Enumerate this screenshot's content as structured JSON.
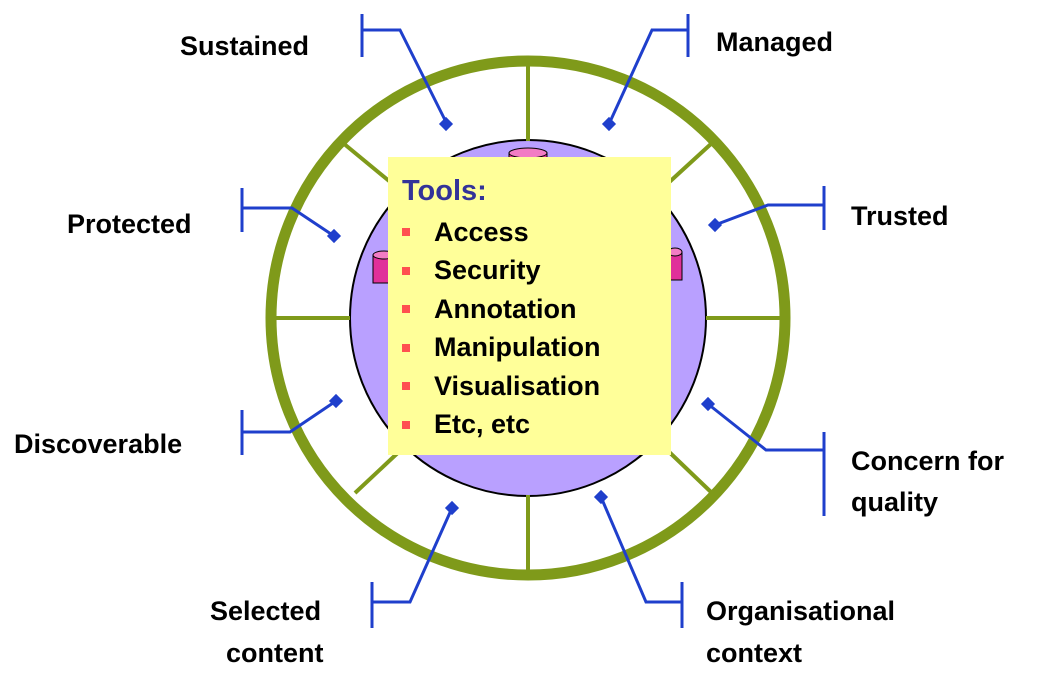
{
  "colors": {
    "ring": "#7f9a1a",
    "inner_circle": "#b9a0ff",
    "connector": "#1f3fcc",
    "box": "#ffff99",
    "bullet": "#ff5050",
    "title": "#333399",
    "cylinder": "#e0309a"
  },
  "tools": {
    "title": "Tools:",
    "items": [
      "Access",
      "Security",
      "Annotation",
      "Manipulation",
      "Visualisation",
      "Etc, etc"
    ]
  },
  "labels": {
    "sustained": "Sustained",
    "managed": "Managed",
    "trusted": "Trusted",
    "protected": "Protected",
    "discoverable": "Discoverable",
    "concern_line1": "Concern for",
    "concern_line2": "quality",
    "selected_line1": "Selected",
    "selected_line2": "content",
    "organisational_line1": "Organisational",
    "organisational_line2": "context"
  }
}
